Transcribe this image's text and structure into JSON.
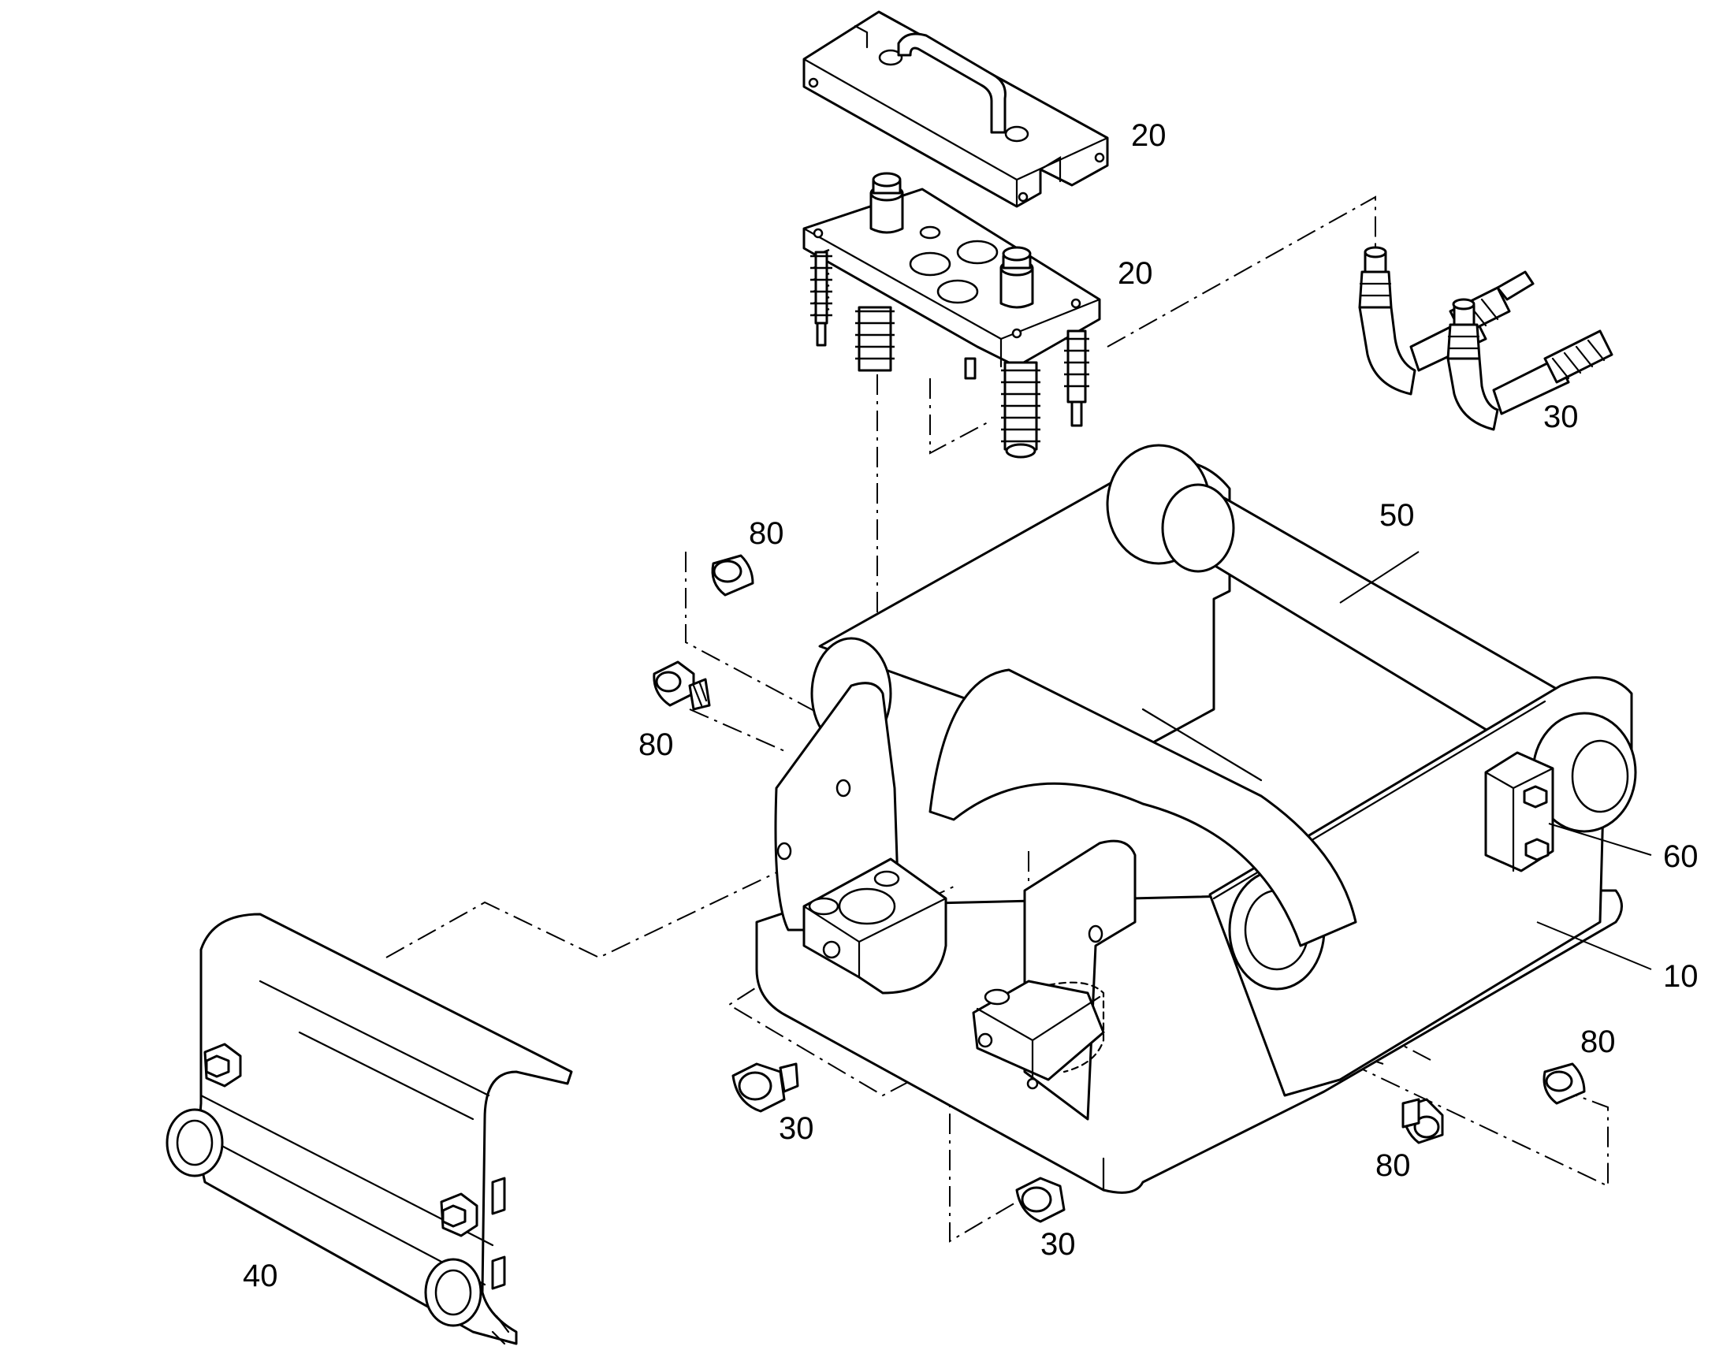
{
  "diagram": {
    "labels": {
      "coupler_plate_top": "20",
      "coupler_block": "20",
      "hose_fittings": "30",
      "bolt_top": "80",
      "bolt_left": "80",
      "main_pin": "50",
      "valve_block": "60",
      "frame": "10",
      "bolt_right_nut": "80",
      "bolt_right": "80",
      "plug_left": "30",
      "plug_bottom": "30",
      "guard": "40"
    },
    "colors": {
      "line": "#000000",
      "background": "#ffffff"
    }
  }
}
